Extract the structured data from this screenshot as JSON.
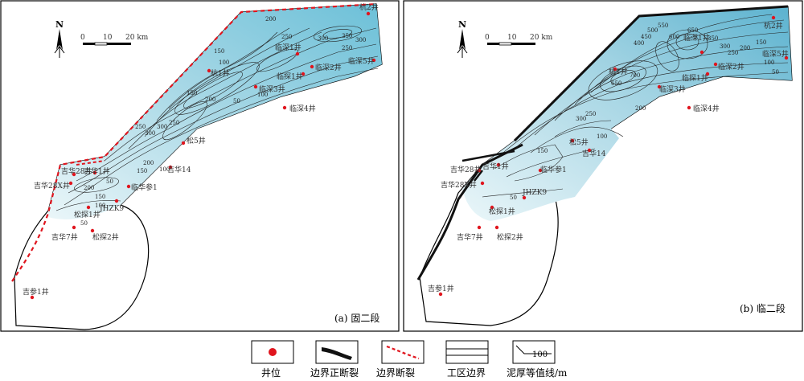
{
  "panels": [
    {
      "id": "a",
      "caption": "(a) 固二段",
      "north": "N",
      "scale": {
        "ticks": [
          "0",
          "10",
          "20 km"
        ]
      },
      "contour_labels": [
        "200",
        "250",
        "300",
        "350",
        "300",
        "250",
        "150",
        "100",
        "50",
        "100",
        "150",
        "200",
        "250",
        "300",
        "300",
        "250",
        "200",
        "150",
        "100",
        "50",
        "200",
        "150",
        "100",
        "50"
      ],
      "wells": [
        "杭2井",
        "临深1井",
        "临深2井",
        "临深5井",
        "杭1井",
        "临探1井",
        "临深3井",
        "临深4井",
        "松5井",
        "吉华14",
        "吉华28井",
        "吉华1井",
        "临华参1",
        "吉华28X井",
        "JHZK9",
        "松探1井",
        "吉华7井",
        "松探2井",
        "吉参1井"
      ]
    },
    {
      "id": "b",
      "caption": "(b) 临二段",
      "north": "N",
      "scale": {
        "ticks": [
          "0",
          "10",
          "20 km"
        ]
      },
      "contour_labels": [
        "650",
        "700",
        "650",
        "600",
        "550",
        "500",
        "450",
        "400",
        "350",
        "300",
        "250",
        "200",
        "150",
        "100",
        "50",
        "300",
        "250",
        "200",
        "150",
        "100",
        "50"
      ],
      "wells": [
        "杭2井",
        "临深1井",
        "临深2井",
        "临深5井",
        "杭1井",
        "临探1井",
        "临深3井",
        "临深4井",
        "松5井",
        "吉华14",
        "吉华28井",
        "吉华1井",
        "临华参1",
        "吉华28X井",
        "JHZK9",
        "松探1井",
        "吉华7井",
        "松探2井",
        "吉参1井"
      ]
    }
  ],
  "legend": [
    {
      "label": "井位",
      "icon": "red-dot"
    },
    {
      "label": "边界正断裂",
      "icon": "normal-fault"
    },
    {
      "label": "边界断裂",
      "icon": "red-dashed-fault"
    },
    {
      "label": "工区边界",
      "icon": "boundary-line"
    },
    {
      "label": "泥厚等值线/m",
      "icon": "contour-line",
      "sample": "100"
    }
  ],
  "colors": {
    "fill_light": "#dbeef4",
    "fill_mid": "#a8d8e6",
    "fill_dark": "#5bb8d3",
    "fault_red": "#e0151e",
    "well_red": "#e0151e"
  }
}
